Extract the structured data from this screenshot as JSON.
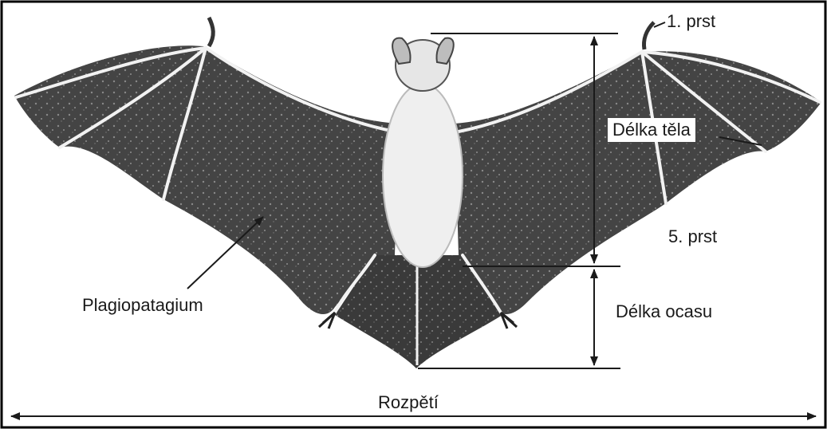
{
  "labels": {
    "first_finger": "1. prst",
    "body_length": "Délka těla",
    "fifth_finger": "5. prst",
    "plagiopatagium": "Plagiopatagium",
    "tail_length": "Délka ocasu",
    "wingspan": "Rozpětí"
  },
  "colors": {
    "membrane": "#4a4a4a",
    "membrane_dark": "#2f2f2f",
    "fur": "#efefef",
    "bone": "#f2f2f2",
    "line": "#1a1a1a",
    "frame": "#000000"
  }
}
